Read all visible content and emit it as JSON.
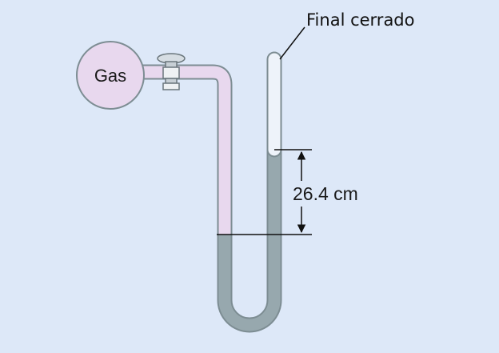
{
  "labels": {
    "gas": "Gas",
    "closed_end": "Final cerrado",
    "height_difference": "26.4 cm"
  },
  "measurement": {
    "value": 26.4,
    "unit": "cm"
  },
  "colors": {
    "background": "#dde8f8",
    "gas_fill": "#e8d8ee",
    "mercury_fill": "#97a8ae",
    "tube_outline": "#7d8d93",
    "empty_tube": "#eef3fa",
    "line": "#111111"
  }
}
